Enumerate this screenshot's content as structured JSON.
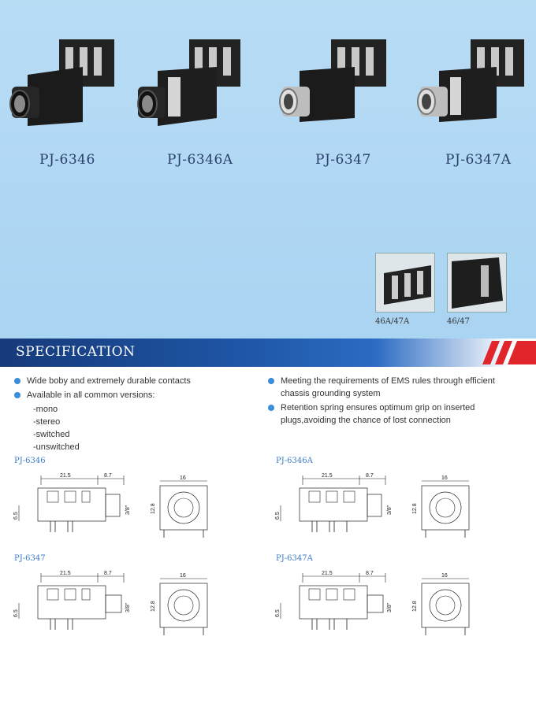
{
  "products": [
    {
      "label": "PJ-6346"
    },
    {
      "label": "PJ-6346A"
    },
    {
      "label": "PJ-6347"
    },
    {
      "label": "PJ-6347A"
    }
  ],
  "thumbnails": [
    {
      "label": "46A/47A"
    },
    {
      "label": "46/47"
    }
  ],
  "spec": {
    "title": "SPECIFICATION",
    "left_bullets": [
      "Wide boby and extremely durable contacts",
      "Available in all common versions:"
    ],
    "versions": [
      "-mono",
      "-stereo",
      "-switched",
      "-unswitched"
    ],
    "right_bullets": [
      "Meeting the requirements of EMS rules through efficient chassis grounding system",
      "Retention spring ensures optimum grip on inserted plugs,avoiding the chance of lost connection"
    ]
  },
  "diagrams": [
    {
      "label": "PJ-6346",
      "len": "21.5",
      "nose": "8.7",
      "height": "6.5",
      "thread": "3/8\"",
      "width": "16",
      "face": "12.8"
    },
    {
      "label": "PJ-6346A",
      "len": "21.5",
      "nose": "8.7",
      "height": "6.5",
      "thread": "3/8\"",
      "width": "16",
      "face": "12.8"
    },
    {
      "label": "PJ-6347",
      "len": "21.5",
      "nose": "8.7",
      "height": "6.5",
      "thread": "3/8\"",
      "width": "16",
      "face": "12.8"
    },
    {
      "label": "PJ-6347A",
      "len": "21.5",
      "nose": "8.7",
      "height": "6.5",
      "thread": "3/8\"",
      "width": "16",
      "face": "12.8"
    }
  ],
  "colors": {
    "hero_bg": "#b0d8f3",
    "spec_bar": "#1f56a6",
    "stripe_red": "#e0262b",
    "bullet_blue": "#3a8dd6",
    "label_blue": "#3a7cc4"
  }
}
